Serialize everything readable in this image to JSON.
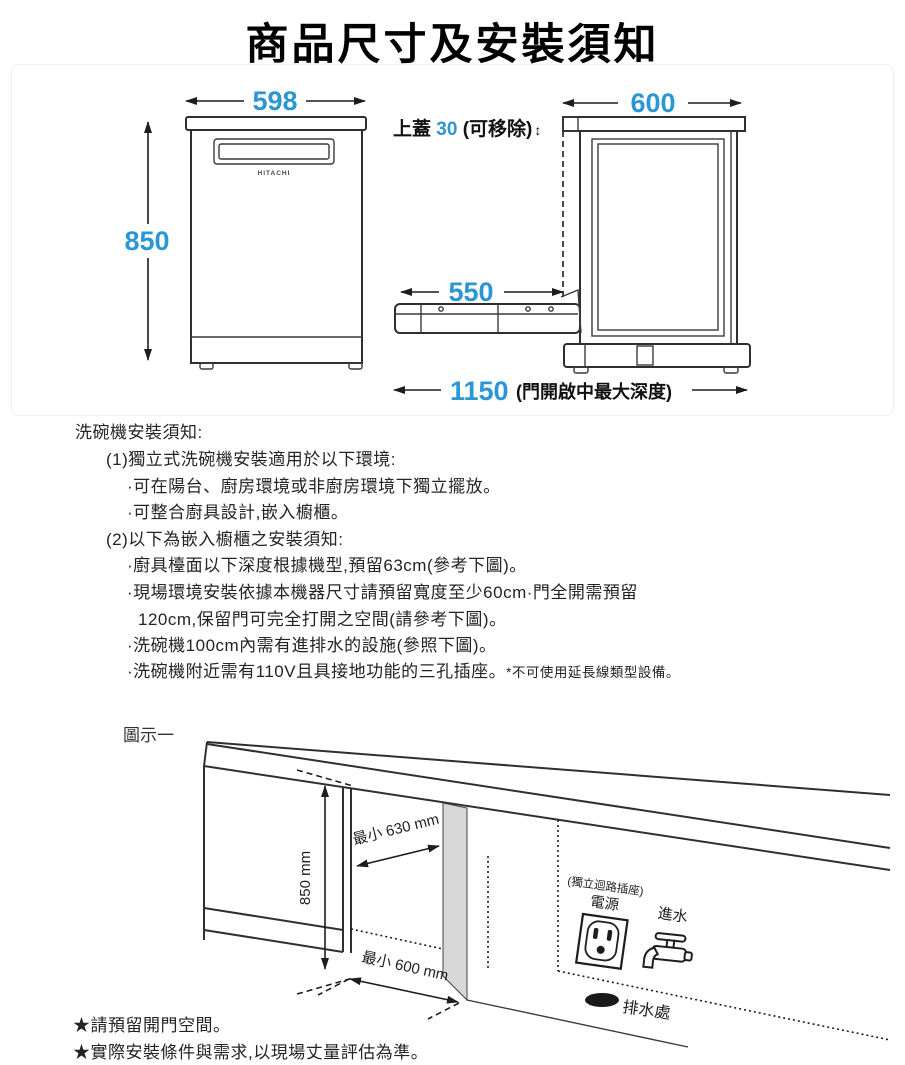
{
  "title": "商品尺寸及安裝須知",
  "front_view": {
    "width": "598",
    "height": "850",
    "brand": "HITACHI"
  },
  "side_view": {
    "width": "600",
    "top_cover_label": "上蓋",
    "top_cover_value": "30",
    "top_cover_note": "(可移除)",
    "top_cover_arrow": "↕",
    "door_depth": "550",
    "open_depth_value": "1150",
    "open_depth_note": "(門開啟中最大深度)"
  },
  "notes": {
    "heading": "洗碗機安裝須知:",
    "section1_title": "(1)獨立式洗碗機安裝適用於以下環境:",
    "section1_bullet1": "·可在陽台、廚房環境或非廚房環境下獨立擺放。",
    "section1_bullet2": "·可整合廚具設計,嵌入櫥櫃。",
    "section2_title": "(2)以下為嵌入櫥櫃之安裝須知:",
    "section2_bullet1": "·廚具檯面以下深度根據機型,預留63cm(參考下圖)。",
    "section2_bullet2_line1": "·現場環境安裝依據本機器尺寸請預留寬度至少60cm·門全開需預留",
    "section2_bullet2_line2": "120cm,保留門可完全打開之空間(請參考下圖)。",
    "section2_bullet3": "·洗碗機100cm內需有進排水的設施(參照下圖)。",
    "section2_bullet4": "·洗碗機附近需有110V且具接地功能的三孔插座。",
    "section2_bullet4_small": "*不可使用延長線類型設備。"
  },
  "figure": {
    "label": "圖示一",
    "height_dim": "850 mm",
    "min_depth_dim": "最小 630 mm",
    "min_width_dim": "最小 600 mm",
    "outlet_note": "(獨立迴路插座)",
    "power_label": "電源",
    "water_label": "進水",
    "drain_label": "排水處"
  },
  "footer": {
    "note1": "★請預留開門空間。",
    "note2": "★實際安裝條件與需求,以現場丈量評估為準。"
  },
  "colors": {
    "dimension_blue": "#2b96d4",
    "line_dark": "#2f2f2f",
    "shade_gray": "#d8d8d8"
  }
}
